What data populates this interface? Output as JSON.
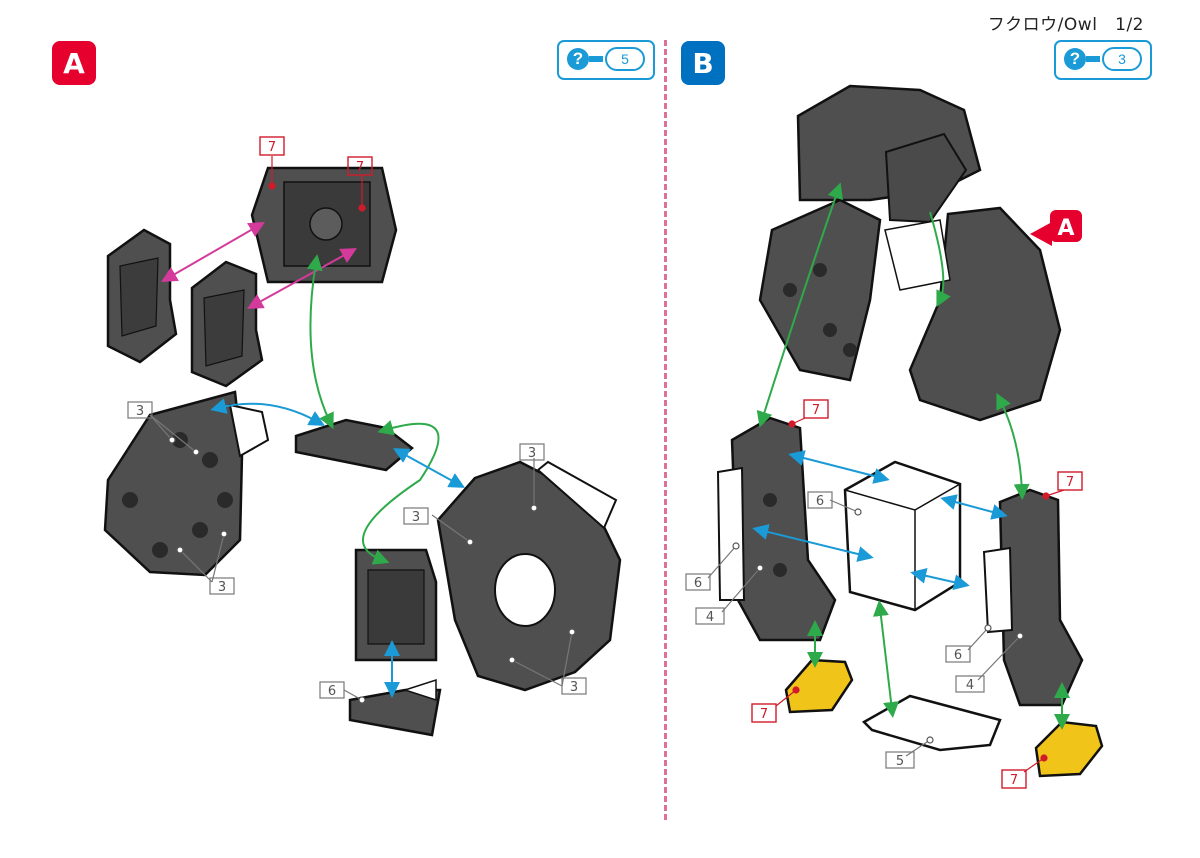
{
  "header": {
    "title": "フクロウ/Owl   1/2"
  },
  "steps": {
    "a": {
      "label": "A",
      "help_count": "5"
    },
    "b": {
      "label": "B",
      "help_count": "3"
    }
  },
  "callout": {
    "label": "A"
  },
  "part_labels": {
    "p1": "7",
    "p2": "7",
    "p3": "3",
    "p4": "3",
    "p5": "3",
    "p6": "3",
    "p7": "3",
    "p8": "6",
    "p9": "7",
    "p10": "6",
    "p11": "6",
    "p12": "4",
    "p13": "7",
    "p14": "7",
    "p15": "6",
    "p16": "4",
    "p17": "5",
    "p18": "7"
  },
  "colors": {
    "step_a": "#e5002d",
    "step_b": "#0070c0",
    "divider": "#e0709a",
    "piece_dark": "#4f4f4f",
    "piece_white": "#ffffff",
    "piece_yellow": "#f0c419",
    "arrow_magenta": "#d43a9b",
    "arrow_green": "#2eaa4a",
    "arrow_blue": "#1a9ad6"
  }
}
